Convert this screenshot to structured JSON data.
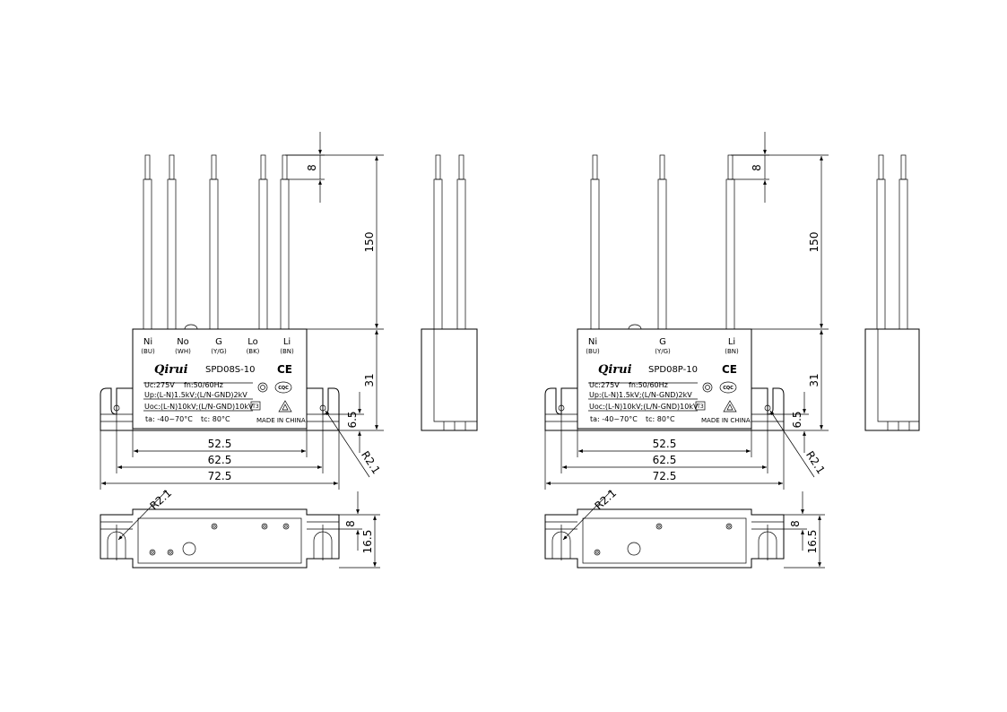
{
  "left": {
    "wires": [
      {
        "label": "Ni",
        "color": "(BU)"
      },
      {
        "label": "No",
        "color": "(WH)"
      },
      {
        "label": "G",
        "color": "(Y/G)"
      },
      {
        "label": "Lo",
        "color": "(BK)"
      },
      {
        "label": "Li",
        "color": "(BN)"
      }
    ],
    "brand": "Qirui",
    "model": "SPD08S-10",
    "ce": "CE",
    "ccc": "CQC",
    "spec_uc": "Uc:275V",
    "spec_fn": "fn:50/60Hz",
    "spec_up": "Up:(L-N)1.5kV;(L/N-GND)2kV",
    "spec_uoc": "Uoc:(L-N)10kV;(L/N-GND)10kV",
    "t3": "T3",
    "spec_ta": "ta: -40~70°C",
    "spec_tc": "tc: 80°C",
    "made_in": "MADE IN CHINA",
    "dims": {
      "lead_strip": "8",
      "lead_length": "150",
      "body_height": "31",
      "tab_height": "6.5",
      "radius_side": "R2.1",
      "width_1": "52.5",
      "width_2": "62.5",
      "width_3": "72.5",
      "radius_bottom": "R2.1",
      "bottom_slot": "8",
      "bottom_depth": "16.5"
    }
  },
  "right": {
    "wires": [
      {
        "label": "Ni",
        "color": "(BU)"
      },
      {
        "label": "G",
        "color": "(Y/G)"
      },
      {
        "label": "Li",
        "color": "(BN)"
      }
    ],
    "brand": "Qirui",
    "model": "SPD08P-10",
    "ce": "CE",
    "ccc": "CQC",
    "spec_uc": "Uc:275V",
    "spec_fn": "fn:50/60Hz",
    "spec_up": "Up:(L-N)1.5kV;(L/N-GND)2kV",
    "spec_uoc": "Uoc:(L-N)10kV;(L/N-GND)10kV",
    "t3": "T3",
    "spec_ta": "ta: -40~70°C",
    "spec_tc": "tc: 80°C",
    "made_in": "MADE IN CHINA",
    "dims": {
      "lead_strip": "8",
      "lead_length": "150",
      "body_height": "31",
      "tab_height": "6.5",
      "radius_side": "R2.1",
      "width_1": "52.5",
      "width_2": "62.5",
      "width_3": "72.5",
      "radius_bottom": "R2.1",
      "bottom_slot": "8",
      "bottom_depth": "16.5"
    }
  }
}
